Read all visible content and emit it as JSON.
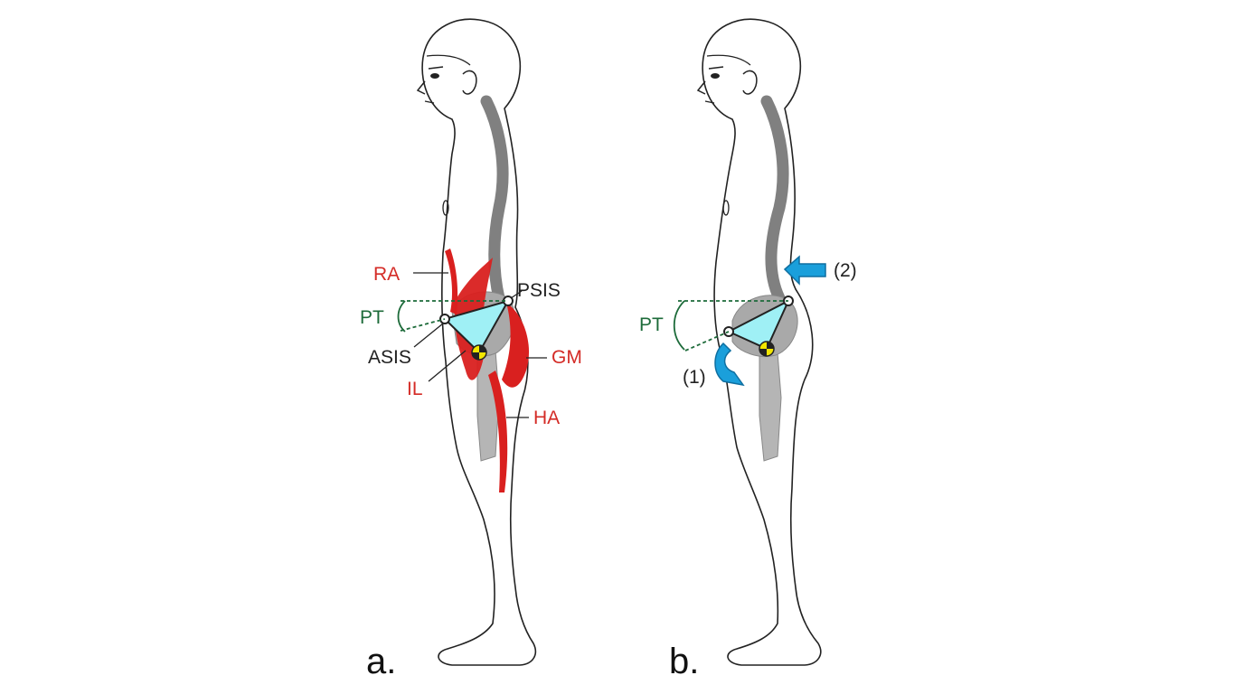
{
  "panels": {
    "a": {
      "label": "a.",
      "labels": {
        "ra": "RA",
        "psis": "PSIS",
        "pt": "PT",
        "asis": "ASIS",
        "il": "IL",
        "gm": "GM",
        "ha": "HA"
      }
    },
    "b": {
      "label": "b.",
      "labels": {
        "pt": "PT",
        "arrow1": "(1)",
        "arrow2": "(2)"
      }
    }
  },
  "colors": {
    "outline": "#222222",
    "spine": "#808080",
    "bone": "#b5b5b5",
    "pelvis_triangle": "#9ff0f5",
    "muscle": "#d9201f",
    "muscle_label": "#d42b26",
    "angle_green": "#1d6b3a",
    "arrow_blue": "#1a9fdb",
    "marker_yellow": "#f2e600",
    "text_dark": "#222222"
  }
}
